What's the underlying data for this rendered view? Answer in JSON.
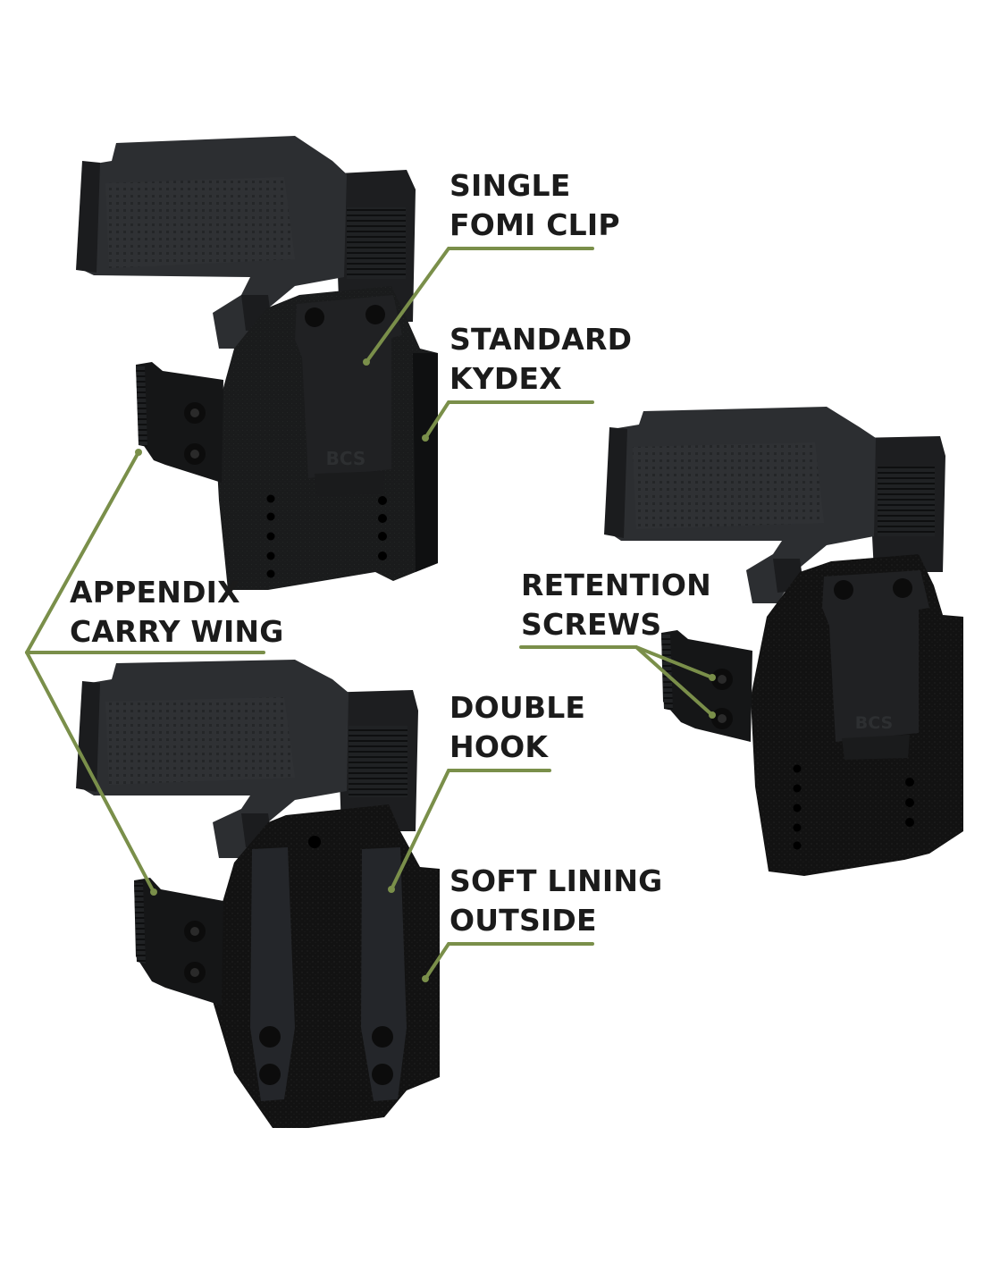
{
  "colors": {
    "background": "#ffffff",
    "leader_line": "#7a8f4a",
    "label_text": "#1b1b1b",
    "pistol": "#2b2d30",
    "pistol_dark": "#1c1d1f",
    "holster": "#141414",
    "clip": "#1f2022",
    "screw": "#0c0c0c"
  },
  "brand": {
    "clip_logo_text": "BCS"
  },
  "labels": {
    "single_fomi_clip": {
      "line1": "SINGLE",
      "line2": "FOMI CLIP"
    },
    "standard_kydex": {
      "line1": "STANDARD",
      "line2": "KYDEX"
    },
    "appendix_carry_wing": {
      "line1": "APPENDIX",
      "line2": "CARRY WING"
    },
    "retention_screws": {
      "line1": "RETENTION",
      "line2": "SCREWS"
    },
    "double_hook": {
      "line1": "DOUBLE",
      "line2": "HOOK"
    },
    "soft_lining_outside": {
      "line1": "SOFT LINING",
      "line2": "OUTSIDE"
    }
  },
  "products": [
    {
      "id": "holster-kydex-single-clip",
      "icon": "holster-with-pistol-icon"
    },
    {
      "id": "holster-lined-single-clip",
      "icon": "holster-with-pistol-icon"
    },
    {
      "id": "holster-lined-double-hook",
      "icon": "holster-with-pistol-icon"
    }
  ]
}
